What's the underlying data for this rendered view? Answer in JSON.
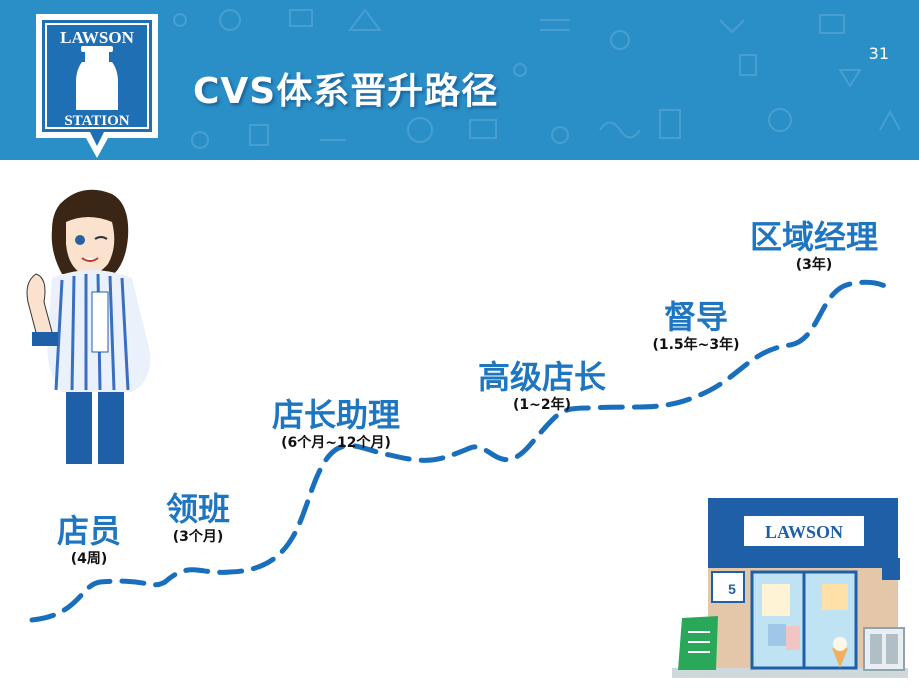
{
  "page": {
    "title": "CVS体系晋升路径",
    "page_number": "31"
  },
  "logo": {
    "top_text": "LAWSON",
    "bottom_text": "STATION",
    "icon": "milk-can-icon"
  },
  "store": {
    "sign": "LAWSON",
    "window_number": "5"
  },
  "steps": [
    {
      "title": "店员",
      "duration": "(4周)"
    },
    {
      "title": "领班",
      "duration": "(3个月)"
    },
    {
      "title": "店长助理",
      "duration": "(6个月~12个月)"
    },
    {
      "title": "高级店长",
      "duration": "(1~2年)"
    },
    {
      "title": "督导",
      "duration": "(1.5年~3年)"
    },
    {
      "title": "区域经理",
      "duration": "(3年)"
    }
  ],
  "colors": {
    "header_blue": "#2b8fc7",
    "accent_blue": "#1f76c0",
    "path_blue": "#1a6fbd"
  }
}
